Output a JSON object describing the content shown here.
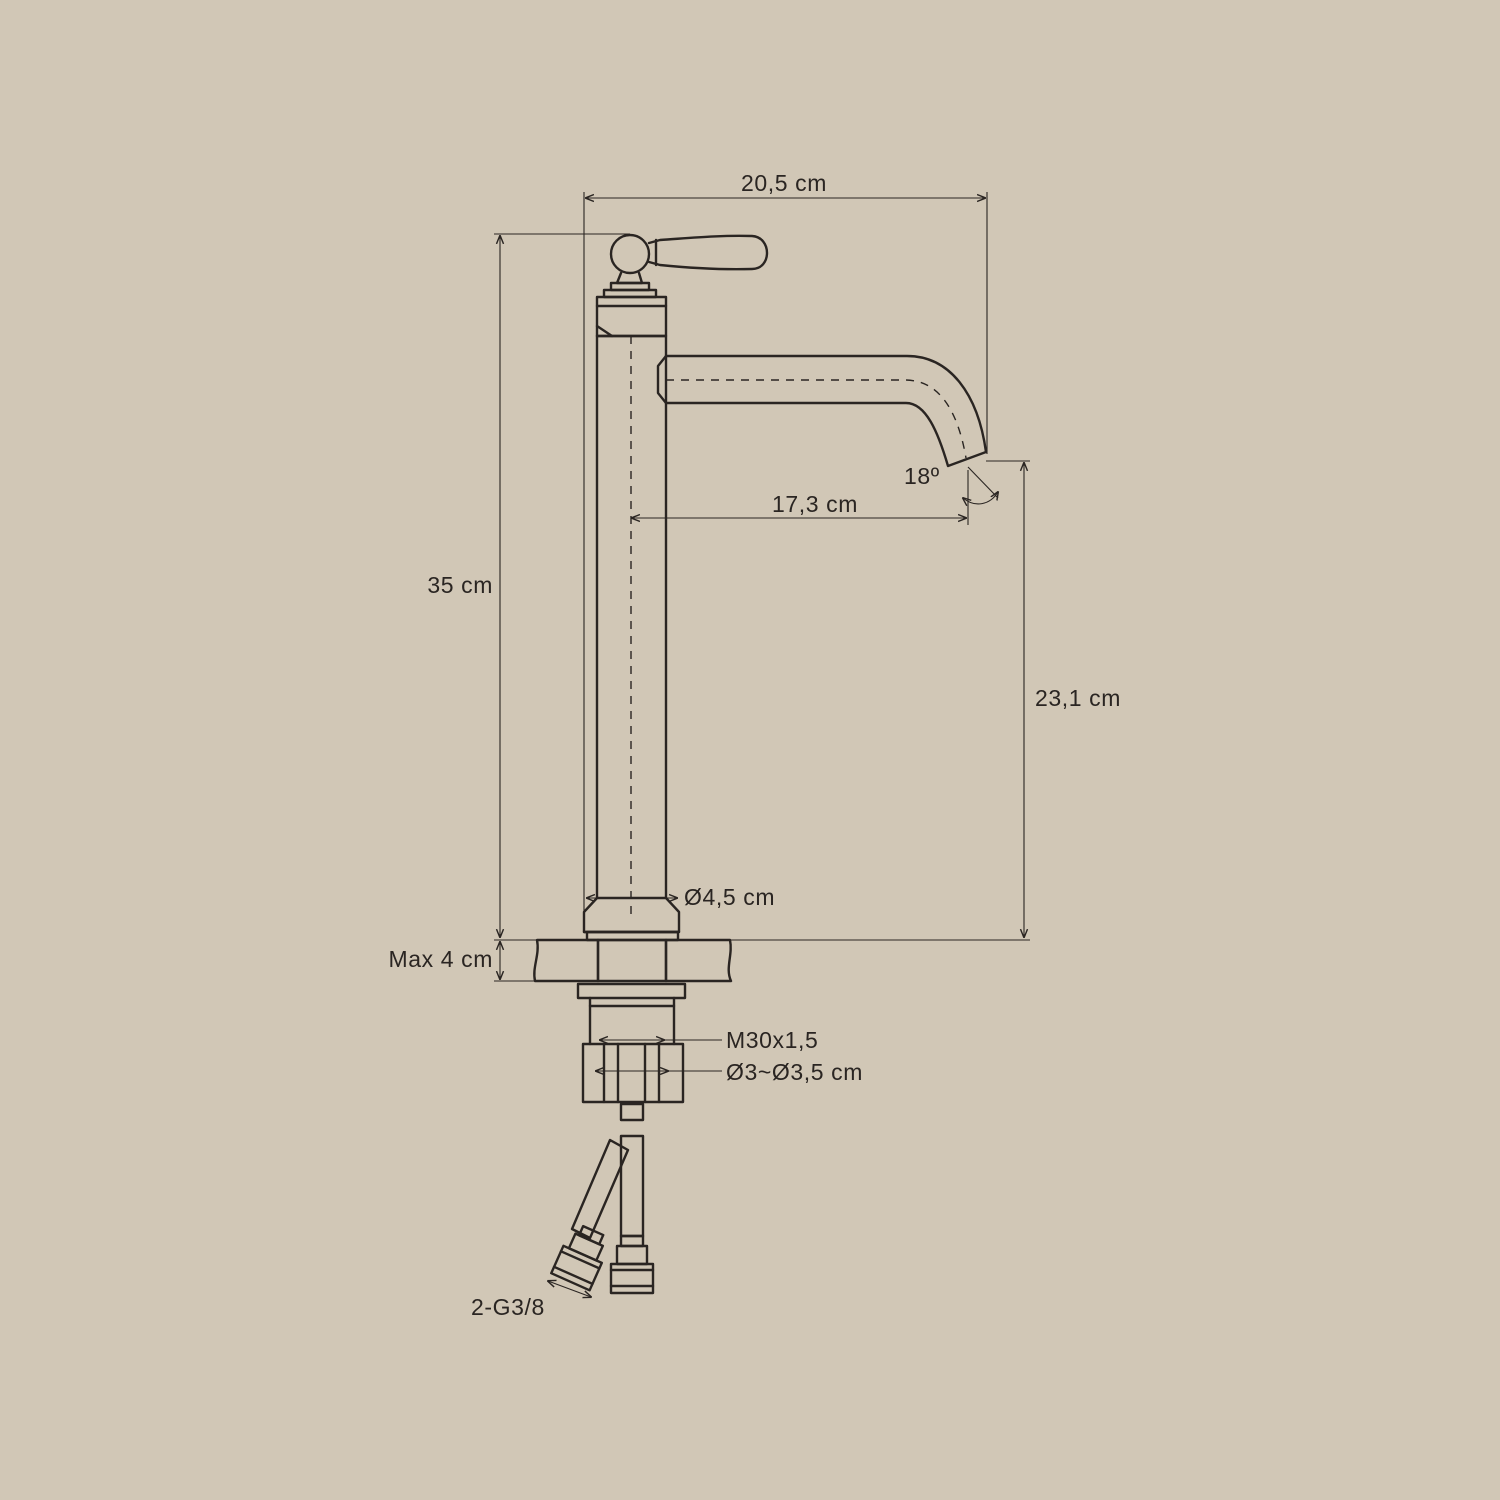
{
  "dimensions": {
    "overall_width": "20,5 cm",
    "height": "35 cm",
    "spout_reach": "17,3 cm",
    "spout_height": "23,1 cm",
    "spout_angle": "18º",
    "body_diameter": "Ø4,5 cm",
    "max_countertop": "Max 4 cm",
    "thread": "M30x1,5",
    "hole_diameter": "Ø3~Ø3,5 cm",
    "hose_connection": "2-G3/8"
  },
  "colors": {
    "background": "#d1c7b6",
    "line": "#2a2522"
  }
}
